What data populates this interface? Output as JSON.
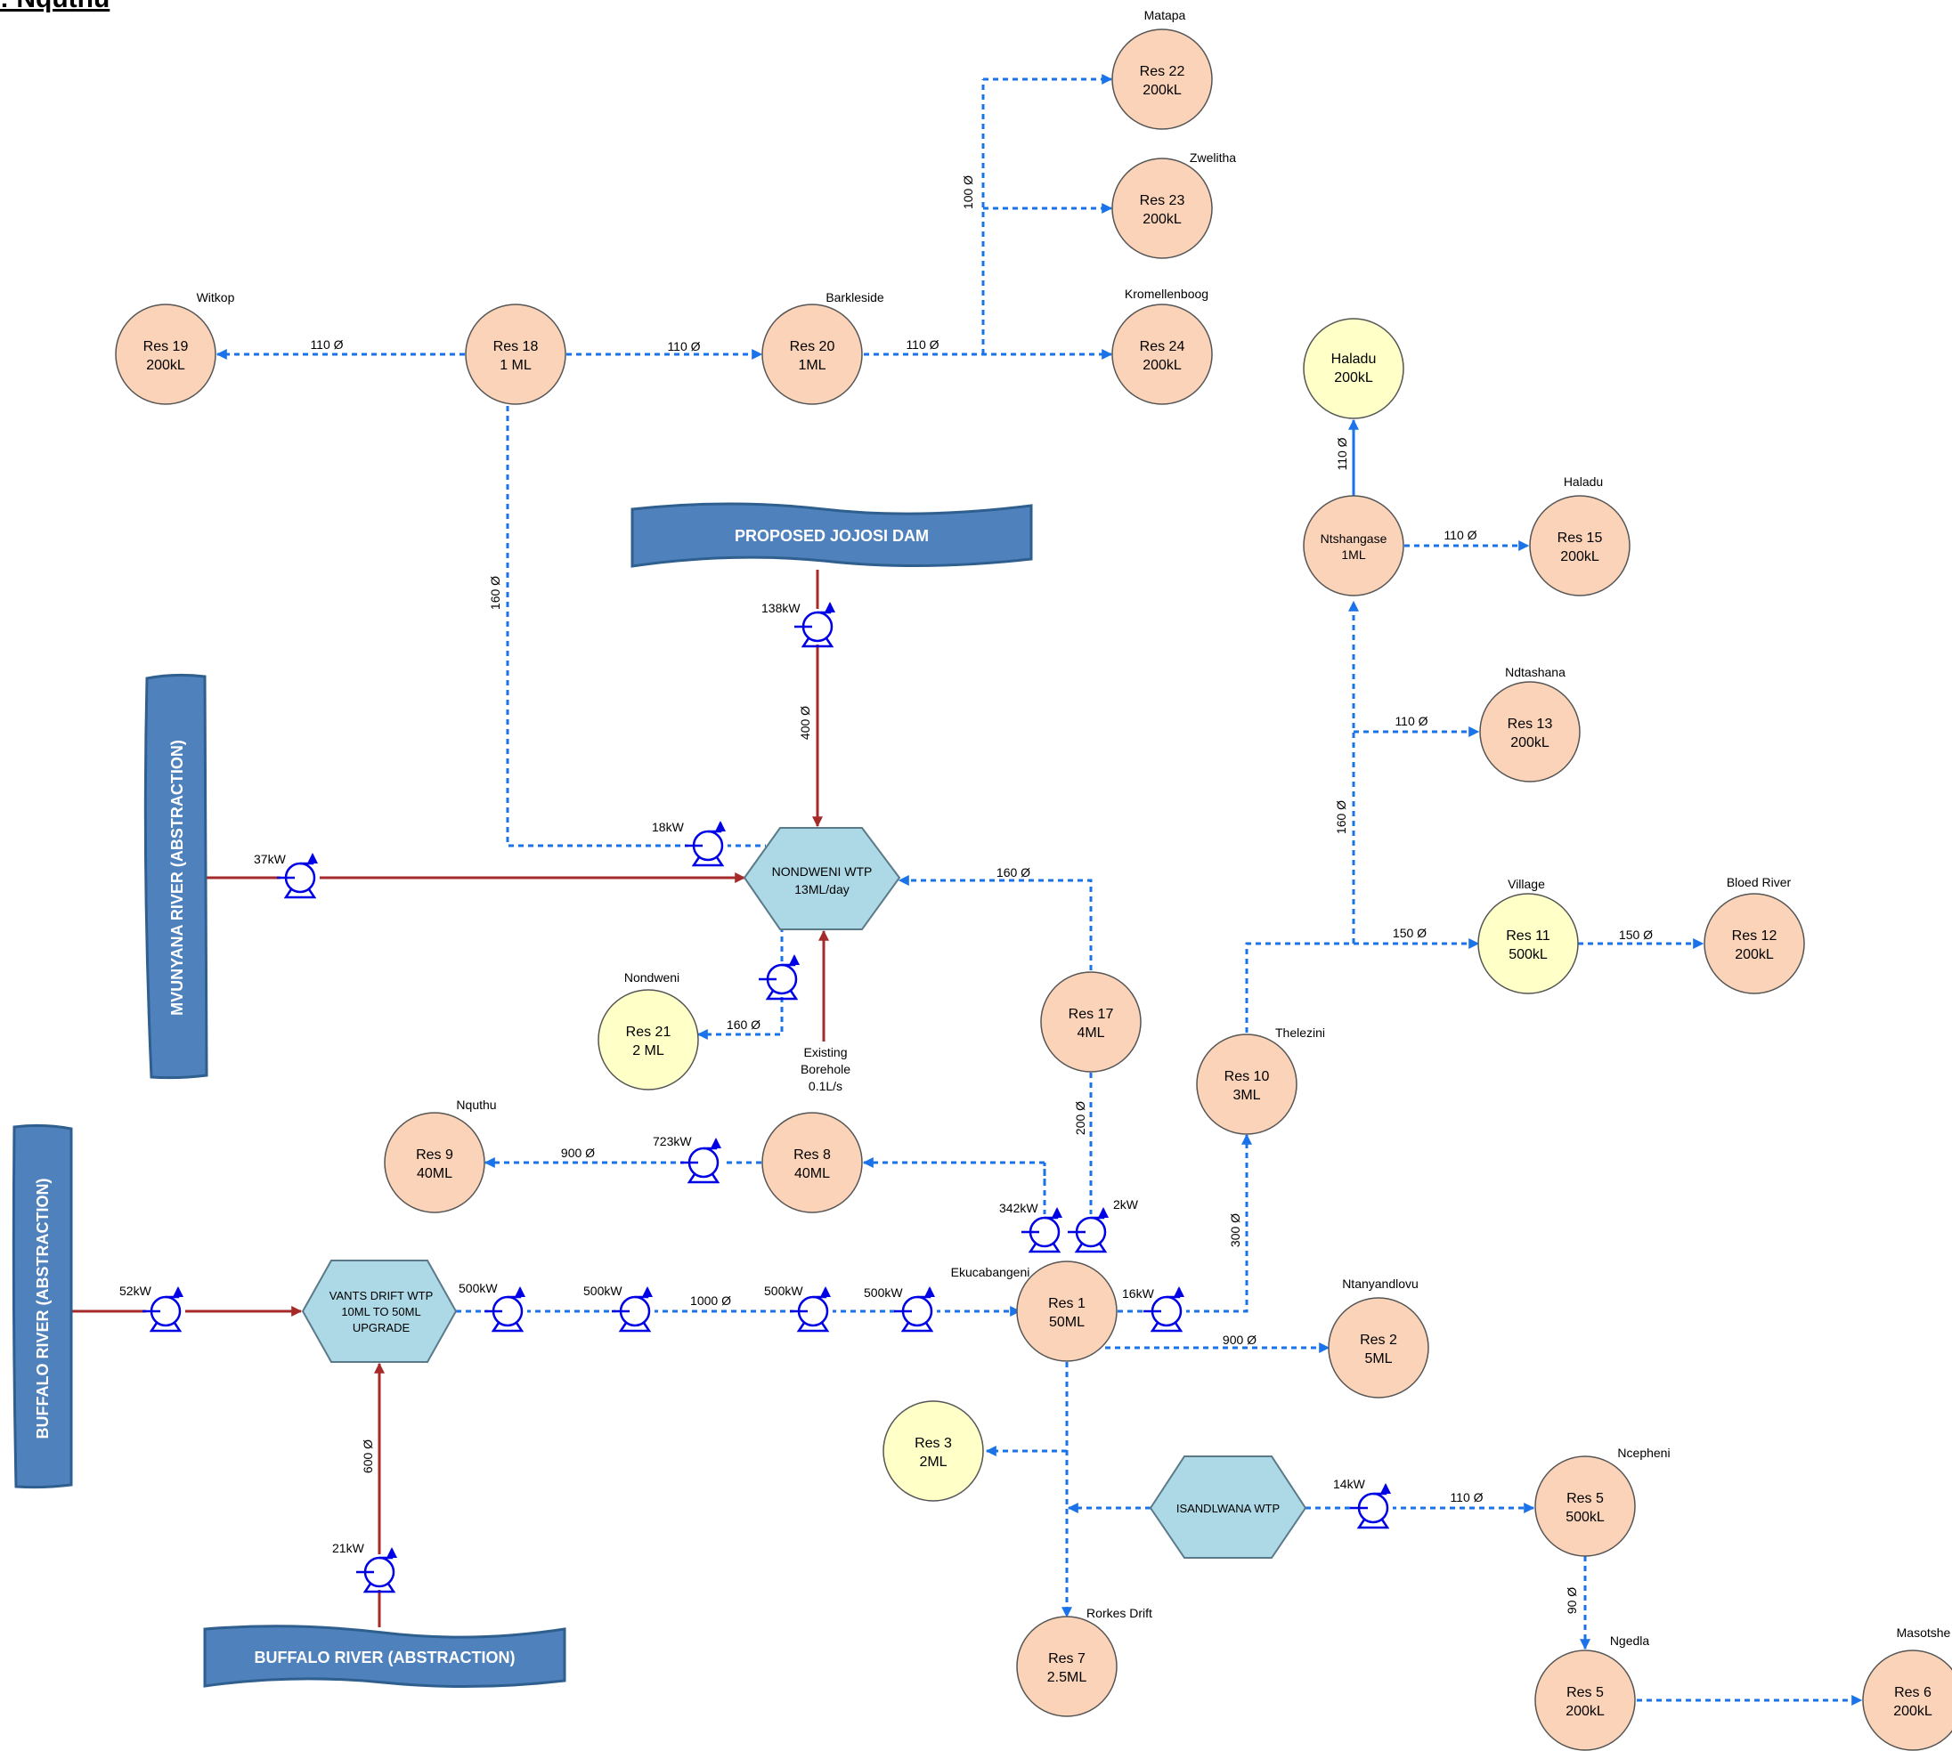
{
  "title": ": Nquthu",
  "colors": {
    "treated_pipe": "#1a73e8",
    "raw_pipe": "#a52a2a",
    "pump": "#0000e6",
    "res_orange": "#fad3b9",
    "res_yellow": "#ffffc8",
    "wtp_fill": "#add8e6",
    "source_fill": "#4f81bd"
  },
  "sources": {
    "jojosi": "PROPOSED JOJOSI DAM",
    "mvunyana": "MVUNYANA RIVER (ABSTRACTION)",
    "buffalo_left": "BUFFALO RIVER (ABSTRACTION)",
    "buffalo_bottom": "BUFFALO RIVER (ABSTRACTION)"
  },
  "wtps": {
    "nondweni": {
      "line1": "NONDWENI WTP",
      "line2": "13ML/day"
    },
    "vants": {
      "line1": "VANTS DRIFT WTP",
      "line2": "10ML TO 50ML",
      "line3": "UPGRADE"
    },
    "isandlwana": {
      "line1": "ISANDLWANA WTP"
    }
  },
  "reservoirs": {
    "res22": {
      "name": "Res 22",
      "cap": "200kL",
      "place": "Matapa"
    },
    "res23": {
      "name": "Res 23",
      "cap": "200kL",
      "place": "Zwelitha"
    },
    "res19": {
      "name": "Res 19",
      "cap": "200kL",
      "place": "Witkop"
    },
    "res18": {
      "name": "Res 18",
      "cap": "1 ML",
      "place": ""
    },
    "res20": {
      "name": "Res 20",
      "cap": "1ML",
      "place": "Barkleside"
    },
    "res24": {
      "name": "Res 24",
      "cap": "200kL",
      "place": "Kromellenboog"
    },
    "haladu_top": {
      "name": "Haladu",
      "cap": "200kL",
      "place": ""
    },
    "ntshangase": {
      "name": "Ntshangase",
      "cap": "1ML",
      "place": ""
    },
    "res15": {
      "name": "Res 15",
      "cap": "200kL",
      "place": "Haladu"
    },
    "res13": {
      "name": "Res 13",
      "cap": "200kL",
      "place": "Ndtashana"
    },
    "res11": {
      "name": "Res 11",
      "cap": "500kL",
      "place": "Village"
    },
    "res12": {
      "name": "Res 12",
      "cap": "200kL",
      "place": "Bloed River"
    },
    "res21": {
      "name": "Res 21",
      "cap": "2 ML",
      "place": "Nondweni"
    },
    "res17": {
      "name": "Res 17",
      "cap": "4ML",
      "place": ""
    },
    "res10": {
      "name": "Res 10",
      "cap": "3ML",
      "place": "Thelezini"
    },
    "res9": {
      "name": "Res 9",
      "cap": "40ML",
      "place": "Nquthu"
    },
    "res8": {
      "name": "Res 8",
      "cap": "40ML",
      "place": ""
    },
    "res1": {
      "name": "Res 1",
      "cap": "50ML",
      "place": "Ekucabangeni"
    },
    "res2": {
      "name": "Res 2",
      "cap": "5ML",
      "place": "Ntanyandlovu"
    },
    "res3": {
      "name": "Res 3",
      "cap": "2ML",
      "place": ""
    },
    "res5a": {
      "name": "Res 5",
      "cap": "500kL",
      "place": "Ncepheni"
    },
    "res7": {
      "name": "Res 7",
      "cap": "2.5ML",
      "place": "Rorkes Drift"
    },
    "res5b": {
      "name": "Res 5",
      "cap": "200kL",
      "place": "Ngedla"
    },
    "res6": {
      "name": "Res 6",
      "cap": "200kL",
      "place": "Masotshe"
    }
  },
  "borehole": {
    "line1": "Existing",
    "line2": "Borehole",
    "line3": "0.1L/s"
  },
  "pumps": {
    "p138": "138kW",
    "p18": "18kW",
    "p37": "37kW",
    "p723": "723kW",
    "p342": "342kW",
    "p2": "2kW",
    "p52": "52kW",
    "p500a": "500kW",
    "p500b": "500kW",
    "p500c": "500kW",
    "p500d": "500kW",
    "p16": "16kW",
    "p21": "21kW",
    "p14": "14kW"
  },
  "pipes": {
    "d100": "100 Ø",
    "d110_19": "110 Ø",
    "d110_20": "110 Ø",
    "d110_24": "110 Ø",
    "d160_18": "160 Ø",
    "d400": "400 Ø",
    "d110_hal": "110 Ø",
    "d110_15": "110 Ø",
    "d110_13": "110 Ø",
    "d160_ntsh": "160 Ø",
    "d150_11": "150 Ø",
    "d150_12": "150 Ø",
    "d160_17": "160 Ø",
    "d160_21": "160 Ø",
    "d200": "200 Ø",
    "d300": "300 Ø",
    "d900_9": "900 Ø",
    "d1000": "1000 Ø",
    "d900_2": "900 Ø",
    "d600": "600 Ø",
    "d110_5": "110 Ø",
    "d90": "90 Ø"
  }
}
